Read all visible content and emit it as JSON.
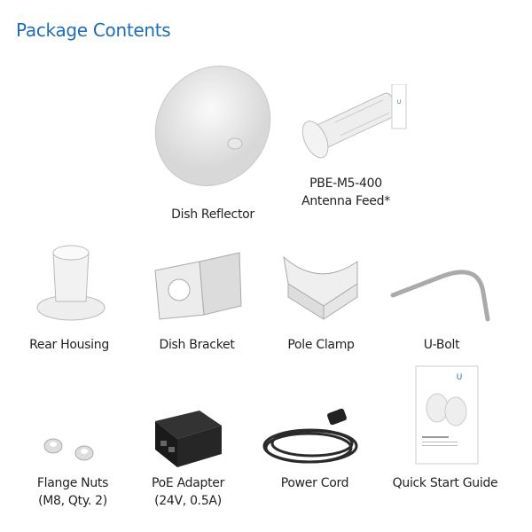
{
  "title": "Package Contents",
  "items": [
    {
      "label": "Dish Reflector",
      "icon": "dish-reflector"
    },
    {
      "label": "PBE-M5-400",
      "label2": "Antenna Feed*",
      "icon": "antenna-feed"
    },
    {
      "label": "Rear Housing",
      "icon": "rear-housing"
    },
    {
      "label": "Dish Bracket",
      "icon": "dish-bracket"
    },
    {
      "label": "Pole Clamp",
      "icon": "pole-clamp"
    },
    {
      "label": "U-Bolt",
      "icon": "u-bolt"
    },
    {
      "label": "Flange Nuts",
      "label2": "(M8, Qty. 2)",
      "icon": "flange-nuts"
    },
    {
      "label": "PoE Adapter",
      "label2": "(24V, 0.5A)",
      "icon": "poe-adapter"
    },
    {
      "label": "Power Cord",
      "icon": "power-cord"
    },
    {
      "label": "Quick Start Guide",
      "icon": "quick-start-guide"
    }
  ],
  "colors": {
    "title": "#1f6db3",
    "text": "#231f20"
  }
}
